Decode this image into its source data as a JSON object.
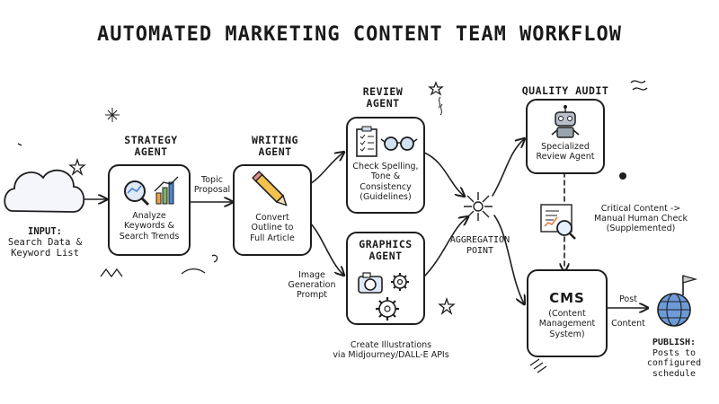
{
  "title": "AUTOMATED MARKETING CONTENT TEAM WORKFLOW",
  "input": {
    "heading": "INPUT:",
    "text": "Search Data &\nKeyword List",
    "icon": "cloud-icon"
  },
  "strategy": {
    "heading": "STRATEGY\nAGENT",
    "text": "Analyze\nKeywords &\nSearch Trends",
    "icon": "chart-magnifier-icon"
  },
  "writing": {
    "heading": "WRITING\nAGENT",
    "text": "Convert\nOutline to\nFull Article",
    "icon": "pencil-icon"
  },
  "review": {
    "heading": "REVIEW\nAGENT",
    "text": "Check Spelling,\nTone &\nConsistency\n(Guidelines)",
    "icon": "clipboard-glasses-icon"
  },
  "graphics": {
    "heading": "GRAPHICS\nAGENT",
    "icon": "camera-gears-icon"
  },
  "aggregation": {
    "label": "AGGREGATION\nPOINT",
    "icon": "hub-icon"
  },
  "quality": {
    "heading": "QUALITY AUDIT",
    "text": "Specialized\nReview Agent",
    "icon": "robot-icon"
  },
  "human_check": {
    "text": "Critical Content ->\nManual Human Check\n(Supplemented)",
    "icon": "report-magnifier-icon"
  },
  "cms": {
    "heading": "CMS",
    "text": "(Content\nManagement\nSystem)"
  },
  "publish": {
    "heading": "PUBLISH:",
    "text": "Posts to configured\nschedule",
    "icon": "globe-flag-icon"
  },
  "edges": {
    "topic_proposal": "Topic\nProposal",
    "image_prompt": "Image\nGeneration\nPrompt",
    "illustrations": "Create Illustrations\nvia Midjourney/DALL-E APIs",
    "post": "Post",
    "content": "Content"
  }
}
